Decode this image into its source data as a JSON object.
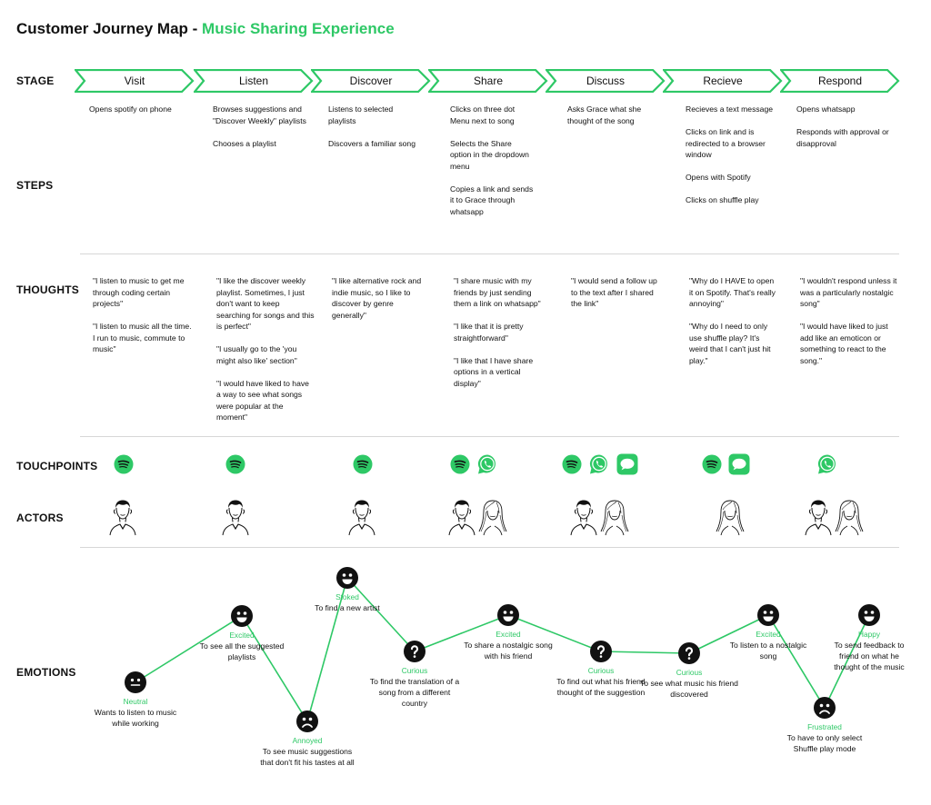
{
  "title": {
    "main": "Customer Journey Map - ",
    "sub": "Music Sharing Experience"
  },
  "row_labels": {
    "stage": "STAGE",
    "steps": "STEPS",
    "thoughts": "THOUGHTS",
    "touchpoints": "TOUCHPOINTS",
    "actors": "ACTORS",
    "emotions": "EMOTIONS"
  },
  "colors": {
    "accent": "#2ec866",
    "text": "#111111",
    "divider": "#d7d7d7"
  },
  "stages": [
    {
      "label": "Visit",
      "steps": [
        "Opens spotify on phone"
      ],
      "thoughts": [
        "\"I  listen to music to get me through coding certain projects\"",
        "\"I  listen to music all the time. I run to music, commute to music\""
      ],
      "touchpoints": [
        "spotify-icon"
      ],
      "actors": [
        "male-user-icon"
      ]
    },
    {
      "label": "Listen",
      "steps": [
        "Browses suggestions and \"Discover Weekly\" playlists",
        "Chooses a playlist"
      ],
      "thoughts": [
        "\"I like the discover weekly playlist. Sometimes, I just don't want to keep searching for songs and this is perfect\"",
        "\"I usually go to the 'you might also like' section\"",
        "\"I would have liked to have a way to see what songs were popular at the moment\""
      ],
      "touchpoints": [
        "spotify-icon"
      ],
      "actors": [
        "male-user-icon"
      ]
    },
    {
      "label": "Discover",
      "steps": [
        "Listens to selected playlists",
        "Discovers a familiar song"
      ],
      "thoughts": [
        "\"I like alternative rock and indie music, so I like to discover by genre generally\""
      ],
      "touchpoints": [
        "spotify-icon"
      ],
      "actors": [
        "male-user-icon"
      ]
    },
    {
      "label": "Share",
      "steps": [
        "Clicks on three dot Menu next to song",
        "Selects the Share option in the dropdown menu",
        "Copies a link and sends it to Grace through whatsapp"
      ],
      "thoughts": [
        "\"I share music with my friends by just sending them a link on whatsapp\"",
        "\"I like that it is pretty straightforward\"",
        "\"I like that I have share options in a vertical display\""
      ],
      "touchpoints": [
        "spotify-icon",
        "whatsapp-icon"
      ],
      "actors": [
        "male-user-icon",
        "female-user-icon"
      ]
    },
    {
      "label": "Discuss",
      "steps": [
        "Asks Grace what she thought of the song"
      ],
      "thoughts": [
        "\"I would send a follow up to the text after I shared the link\""
      ],
      "touchpoints": [
        "spotify-icon",
        "whatsapp-icon",
        "messages-icon"
      ],
      "actors": [
        "male-user-icon",
        "female-user-icon"
      ]
    },
    {
      "label": "Recieve",
      "steps": [
        "Recieves a text message",
        "Clicks on link and is redirected to a browser window",
        "Opens with Spotify",
        "Clicks on shuffle play"
      ],
      "thoughts": [
        "\"Why do I HAVE to open it on Spotify. That's really annoying\"",
        "\"Why do I need to only use shuffle play? It's weird that I can't just hit play.\""
      ],
      "touchpoints": [
        "spotify-icon",
        "messages-icon"
      ],
      "actors": [
        "female-user-icon"
      ]
    },
    {
      "label": "Respond",
      "steps": [
        "Opens whatsapp",
        "Responds with approval or disapproval"
      ],
      "thoughts": [
        "\"I wouldn't respond unless it was a particularly nostalgic song\"",
        "\"I would have liked to just add like an emoticon or something to react to the song.\""
      ],
      "touchpoints": [
        "whatsapp-icon"
      ],
      "actors": [
        "male-user-icon",
        "female-user-icon"
      ]
    }
  ],
  "emotions": [
    {
      "face": "neutral-face-icon",
      "label": "Neutral",
      "desc": "Wants to listen to music while working"
    },
    {
      "face": "happy-face-icon",
      "label": "Excited",
      "desc": "To see all the suggested playlists"
    },
    {
      "face": "sad-face-icon",
      "label": "Annoyed",
      "desc": "To see music suggestions that don't fit his tastes at all"
    },
    {
      "face": "happy-face-icon",
      "label": "Stoked",
      "desc": "To find a new artist"
    },
    {
      "face": "question-face-icon",
      "label": "Curious",
      "desc": "To find the translation of a song from a different country"
    },
    {
      "face": "happy-face-icon",
      "label": "Excited",
      "desc": "To share a nostalgic song with his friend"
    },
    {
      "face": "question-face-icon",
      "label": "Curious",
      "desc": "To find out what his friend thought of the suggestion"
    },
    {
      "face": "question-face-icon",
      "label": "Curious",
      "desc": "To see what music his friend discovered"
    },
    {
      "face": "happy-face-icon",
      "label": "Excited",
      "desc": "To listen to a nostalgic song"
    },
    {
      "face": "sad-face-icon",
      "label": "Frustrated",
      "desc": "To have to only select Shuffle play mode"
    },
    {
      "face": "happy-face-icon",
      "label": "Happy",
      "desc": "To send feedback to friend on what he thought of the music"
    }
  ]
}
